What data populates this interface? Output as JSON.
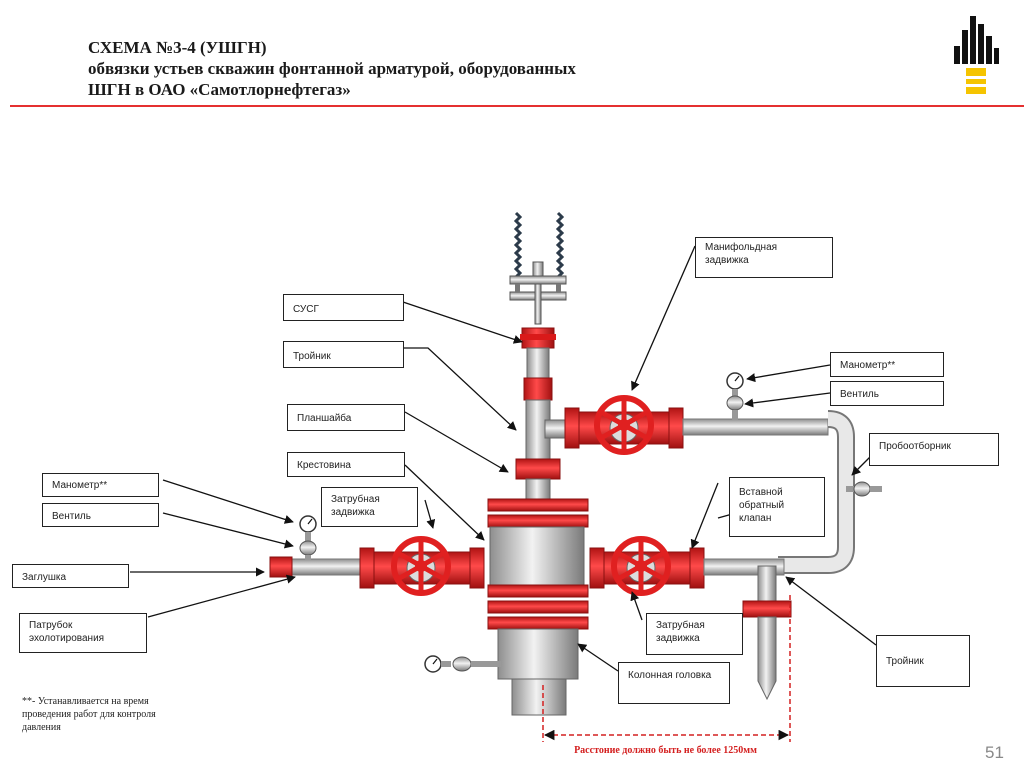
{
  "title": {
    "line1": "СХЕМА №3-4 (УШГН)",
    "line2": "обвязки устьев скважин фонтанной арматурой, оборудованных",
    "line3": "ШГН в ОАО «Самотлорнефтегаз»"
  },
  "labels": {
    "manifold_valve": "Манифольдная задвижка",
    "susg": "СУСГ",
    "tee_top": "Тройник",
    "gauge_right": "Манометр**",
    "valve_right": "Вентиль",
    "sampler": "Пробоотборник",
    "face_plate": "Планшайба",
    "cross": "Крестовина",
    "check_valve": "Вставной обратный клапан",
    "gauge_left": "Манометр**",
    "annulus_valve_left": "Затрубная задвижка",
    "valve_left": "Вентиль",
    "plug": "Заглушка",
    "echo_nozzle": "Патрубок эхолотирования",
    "annulus_valve_right": "Затрубная задвижка",
    "casing_head": "Колонная головка",
    "tee_bottom": "Тройник"
  },
  "footnote": "**- Устанавливается на время проведения работ для контроля давления",
  "distance_note": "Расстоние должно быть не более 1250мм",
  "page_number": "51",
  "colors": {
    "accent": "#e53030",
    "valve_red": "#e02020",
    "pipe_gray": "#c8c8c8",
    "logo_yellow": "#f5c400"
  }
}
